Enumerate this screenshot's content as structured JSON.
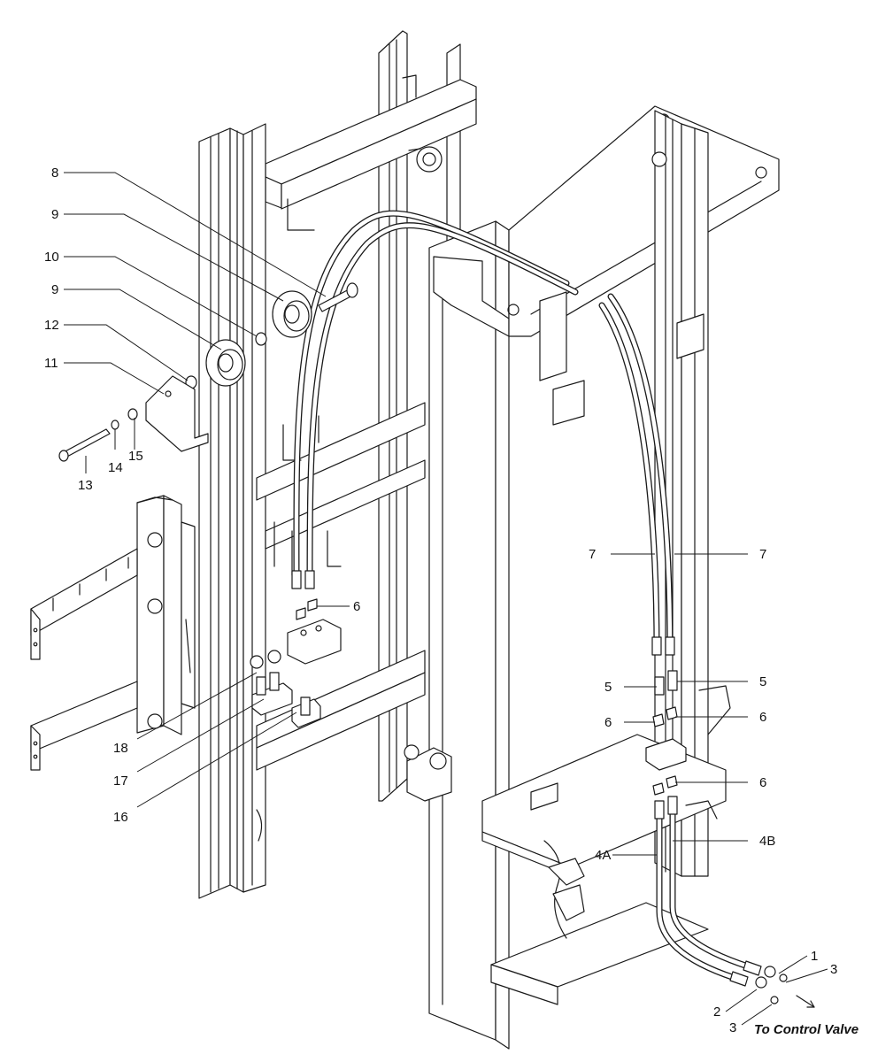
{
  "callouts": {
    "c8": "8",
    "c9a": "9",
    "c10": "10",
    "c9b": "9",
    "c12": "12",
    "c11": "11",
    "c13": "13",
    "c14": "14",
    "c15": "15",
    "c6a": "6",
    "c18": "18",
    "c17": "17",
    "c16": "16",
    "c7a": "7",
    "c7b": "7",
    "c5a": "5",
    "c5b": "5",
    "c6b": "6",
    "c6c": "6",
    "c6d": "6",
    "c4a": "4A",
    "c4b": "4B",
    "c1": "1",
    "c3a": "3",
    "c2": "2",
    "c3b": "3"
  },
  "note": "To Control Valve"
}
